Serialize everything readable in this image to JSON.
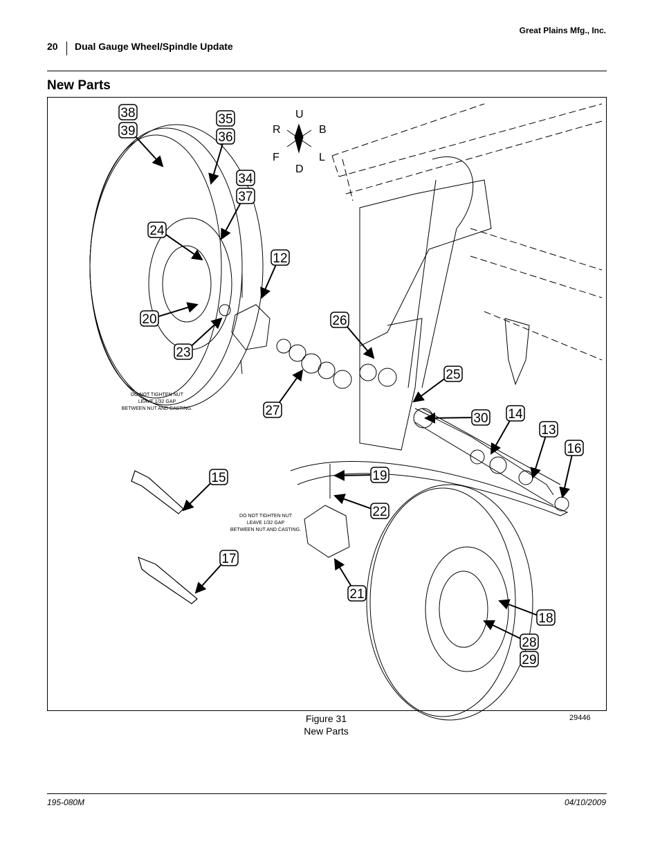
{
  "header": {
    "company": "Great Plains Mfg., Inc.",
    "page_number": "20",
    "title": "Dual Gauge Wheel/Spindle Update"
  },
  "section_title": "New Parts",
  "figure": {
    "caption_number": "Figure 31",
    "caption_title": "New Parts",
    "drawing_number": "29446",
    "compass": {
      "up": "U",
      "back": "B",
      "right": "R",
      "front": "F",
      "left": "L",
      "down": "D"
    },
    "notes": [
      "DO NOT TIGHTEN NUT",
      "LEAVE 1/32 GAP",
      "BETWEEN NUT AND CASTING."
    ],
    "callouts": [
      "38",
      "39",
      "35",
      "36",
      "34",
      "37",
      "24",
      "12",
      "20",
      "23",
      "26",
      "27",
      "25",
      "30",
      "14",
      "13",
      "16",
      "15",
      "19",
      "22",
      "17",
      "21",
      "18",
      "28",
      "29"
    ]
  },
  "footer": {
    "doc_number": "195-080M",
    "date": "04/10/2009"
  }
}
